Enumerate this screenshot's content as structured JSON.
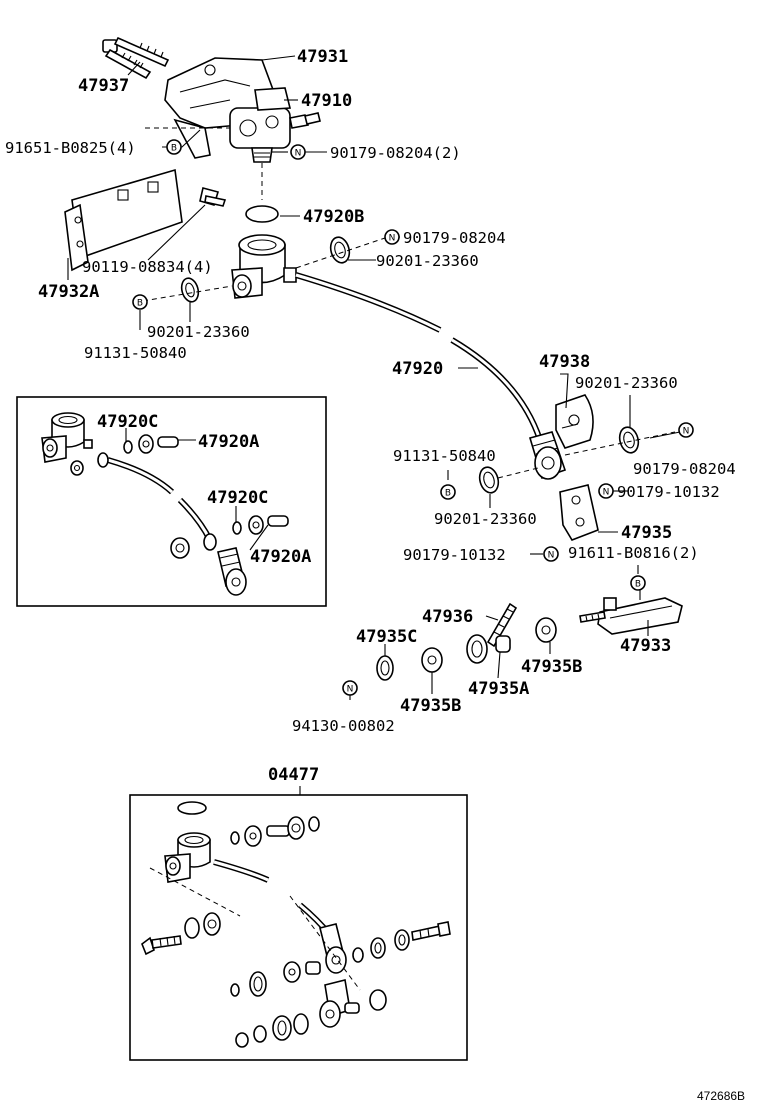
{
  "labels": {
    "p47931": "47931",
    "p47937": "47937",
    "p47910": "47910",
    "p91651": "91651-B0825(4)",
    "p90179_2": "90179-08204(2)",
    "p47920B": "47920B",
    "p90179_a": "90179-08204",
    "p90201_a": "90201-23360",
    "p90119": "90119-08834(4)",
    "p47932A": "47932A",
    "p90201_b": "90201-23360",
    "p91131_a": "91131-50840",
    "p47920": "47920",
    "p47938": "47938",
    "p90201_c": "90201-23360",
    "p91131_b": "91131-50840",
    "p90179_b": "90179-08204",
    "p90179_10132a": "90179-10132",
    "p90201_d": "90201-23360",
    "p47935": "47935",
    "p90179_10132b": "90179-10132",
    "p91611": "91611-B0816(2)",
    "p47920C_a": "47920C",
    "p47920A_a": "47920A",
    "p47920C_b": "47920C",
    "p47920A_b": "47920A",
    "p47936": "47936",
    "p47935C": "47935C",
    "p47933": "47933",
    "p47935B_a": "47935B",
    "p47935A": "47935A",
    "p47935B_b": "47935B",
    "p94130": "94130-00802",
    "p04477": "04477",
    "figure_ref": "472686B"
  },
  "symbols": {
    "new": "N",
    "bolt": "B"
  }
}
